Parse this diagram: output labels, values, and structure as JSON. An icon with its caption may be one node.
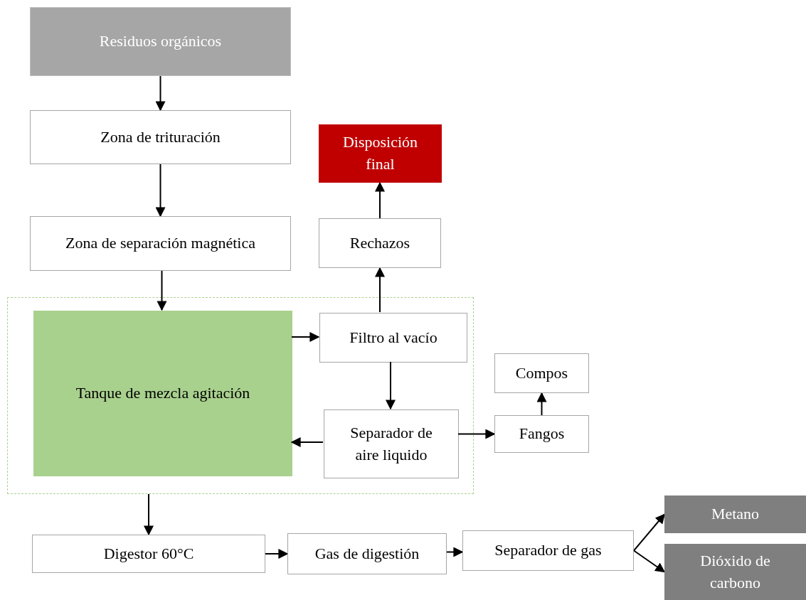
{
  "diagram": {
    "nodes": [
      {
        "text": [
          "Residuos orgánicos"
        ]
      },
      {
        "text": [
          "Zona de trituración"
        ]
      },
      {
        "text": [
          "Zona de separación magnética"
        ]
      },
      {
        "text": [],
        "shape": "box"
      },
      {
        "text": [
          "Tanque de mezcla agitación"
        ],
        "in": 3
      },
      {
        "text": [
          "Filtro al vacío"
        ],
        "in": 3
      },
      {
        "text": [
          "Separador de aire liquido"
        ],
        "in": 3
      },
      {
        "text": [
          "Disposición final"
        ]
      },
      {
        "text": [
          "Rechazos"
        ]
      },
      {
        "text": [
          "Compos"
        ]
      },
      {
        "text": [
          "Fangos"
        ]
      },
      {
        "text": [
          "Digestor 60°C"
        ]
      },
      {
        "text": [
          "Gas de digestión"
        ]
      },
      {
        "text": [
          "Separador de gas"
        ]
      },
      {
        "text": [
          "Metano"
        ]
      },
      {
        "text": [
          "Dióxido de carbono"
        ]
      }
    ],
    "edges": [
      {
        "from": 0,
        "to": 1,
        "arrow": "to"
      },
      {
        "from": 1,
        "to": 2,
        "arrow": "to"
      },
      {
        "from": 2,
        "to": 4,
        "arrow": "to"
      },
      {
        "from": 4,
        "to": 5,
        "arrow": "to"
      },
      {
        "from": 5,
        "to": 8,
        "arrow": "to"
      },
      {
        "from": 8,
        "to": 7,
        "arrow": "to"
      },
      {
        "from": 5,
        "to": 6,
        "arrow": "to"
      },
      {
        "from": 6,
        "to": 4,
        "arrow": "to"
      },
      {
        "from": 6,
        "to": 10,
        "arrow": "to"
      },
      {
        "from": 10,
        "to": 9,
        "arrow": "to"
      },
      {
        "from": 3,
        "to": 11,
        "arrow": "to"
      },
      {
        "from": 11,
        "to": 12,
        "arrow": "to"
      },
      {
        "from": 12,
        "to": 13,
        "arrow": "to"
      },
      {
        "from": 13,
        "to": 14,
        "arrow": "to"
      },
      {
        "from": 13,
        "to": 15,
        "arrow": "to"
      }
    ]
  }
}
